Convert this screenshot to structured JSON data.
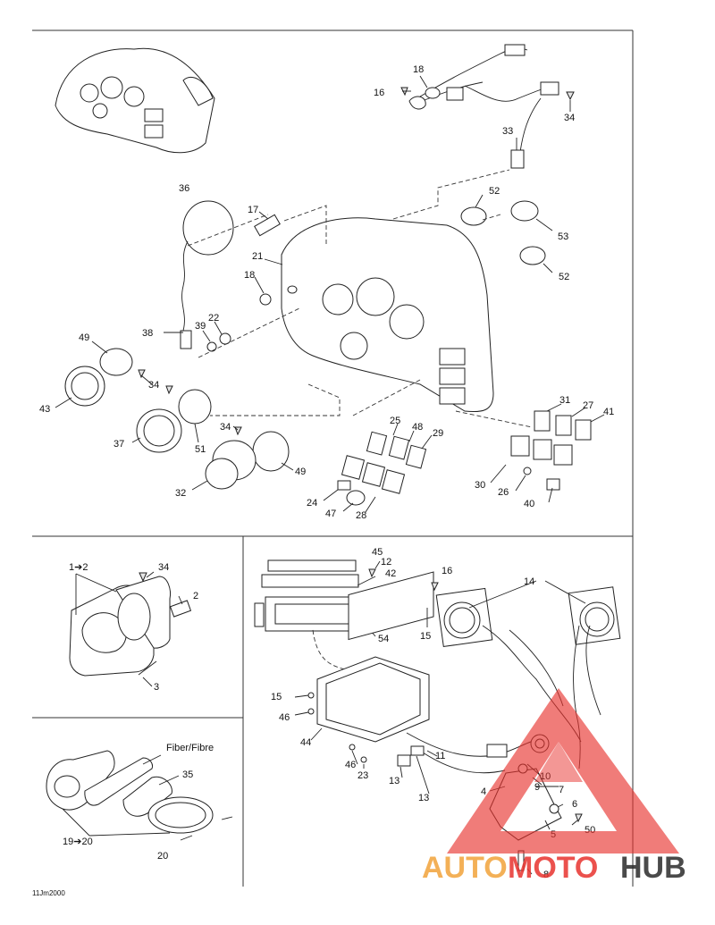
{
  "labels": {
    "l1_2": "1➔2",
    "l2": "2",
    "l3": "3",
    "l4": "4",
    "l5": "5",
    "l6": "6",
    "l7": "7",
    "l8": "8",
    "l9": "9",
    "l10": "10",
    "l11": "11",
    "l12": "12",
    "l13a": "13",
    "l13b": "13",
    "l14": "14",
    "l15a": "15",
    "l15b": "15",
    "l16a": "16",
    "l16b": "16",
    "l17": "17",
    "l18a": "18",
    "l18b": "18",
    "l19_20": "19➔20",
    "l20": "20",
    "l21": "21",
    "l22": "22",
    "l23": "23",
    "l24": "24",
    "l25": "25",
    "l26": "26",
    "l27": "27",
    "l28": "28",
    "l29": "29",
    "l30": "30",
    "l31": "31",
    "l32": "32",
    "l33": "33",
    "l34a": "34",
    "l34b": "34",
    "l34c": "34",
    "l34d": "34",
    "l35": "35",
    "l36": "36",
    "l37": "37",
    "l38": "38",
    "l39": "39",
    "l40": "40",
    "l41": "41",
    "l42": "42",
    "l43": "43",
    "l44": "44",
    "l45": "45",
    "l46a": "46",
    "l46b": "46",
    "l47": "47",
    "l48": "48",
    "l49a": "49",
    "l49b": "49",
    "l50": "50",
    "l51": "51",
    "l52a": "52",
    "l52b": "52",
    "l53": "53",
    "l54": "54",
    "fiber": "Fiber/Fibre"
  },
  "footer_code": "11Jm2000",
  "watermark": {
    "text_auto": "AUTO",
    "text_moto": "MOTO",
    "text_hub": "HUB",
    "color_primary": "#e8332e",
    "color_secondary": "#f2a33a",
    "color_dark": "#2b2b2b"
  }
}
